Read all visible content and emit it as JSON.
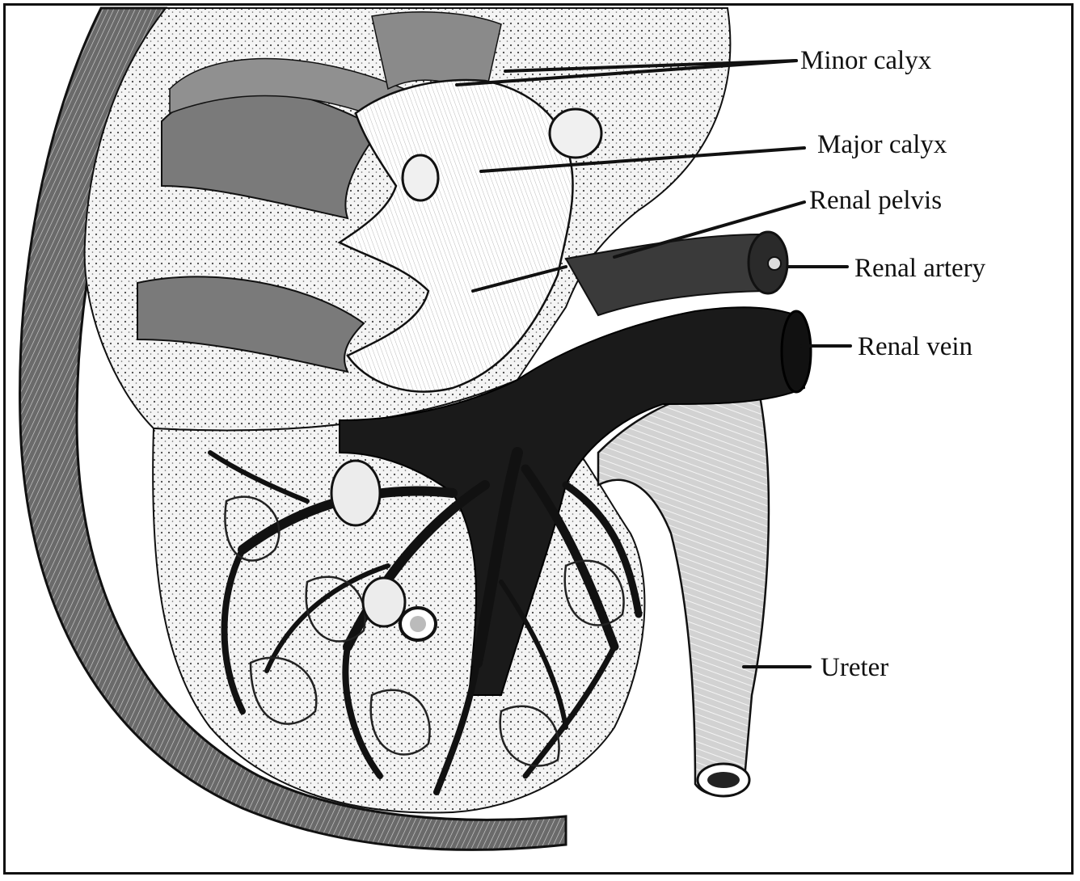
{
  "figure": {
    "labels": [
      {
        "id": "minor-calyx",
        "text": "Minor calyx"
      },
      {
        "id": "major-calyx",
        "text": "Major calyx"
      },
      {
        "id": "renal-pelvis",
        "text": "Renal pelvis"
      },
      {
        "id": "renal-artery",
        "text": "Renal artery"
      },
      {
        "id": "renal-vein",
        "text": "Renal vein"
      },
      {
        "id": "ureter",
        "text": "Ureter"
      }
    ]
  },
  "colors": {
    "ink": "#111111",
    "capsule": "#5a5a5a",
    "cortex": "#f2f2f2",
    "pyramid": "#8a8a8a",
    "vessel_dark": "#1a1a1a",
    "ureter": "#c9c9c9"
  }
}
